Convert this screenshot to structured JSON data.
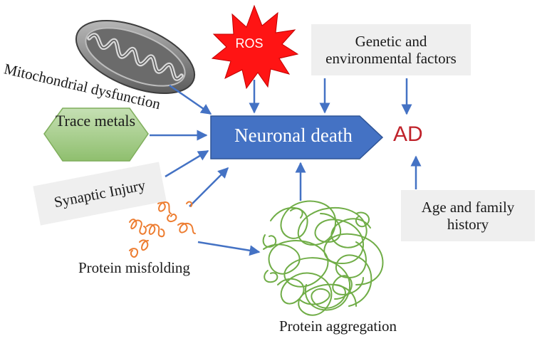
{
  "nodes": {
    "mitochondrial": "Mitochondrial dysfunction",
    "ros": "ROS",
    "genetic": "Genetic and environmental factors",
    "trace_metals": "Trace metals",
    "neuronal_death": "Neuronal death",
    "ad": "AD",
    "synaptic": "Synaptic Injury",
    "age_family": "Age and family history",
    "protein_misfolding": "Protein misfolding",
    "protein_aggregation": "Protein aggregation"
  },
  "colors": {
    "arrow": "#4472c4",
    "neuronal_box": "#4472c4",
    "ros_star": "#ff1414",
    "trace_hex": "#a9d18e",
    "ad_text": "#c0232b",
    "misfold_squiggle": "#ed7d31",
    "aggregate_squiggle": "#70ad47"
  },
  "icons": [
    "mitochondrion-icon"
  ]
}
